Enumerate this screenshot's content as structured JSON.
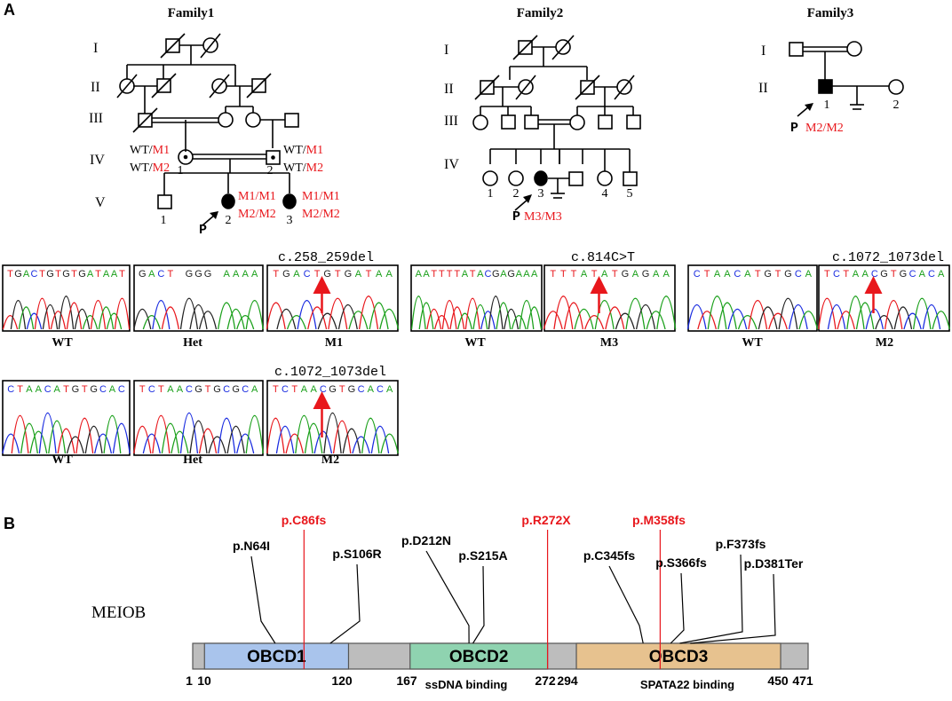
{
  "panel_labels": {
    "a": "A",
    "b": "B"
  },
  "pedigrees": {
    "family1": {
      "title": "Family1",
      "generations": [
        "I",
        "II",
        "III",
        "IV",
        "V"
      ],
      "individual_numbers": {
        "iv1": "1",
        "iv2": "2",
        "v1": "1",
        "v2": "2",
        "v3": "3"
      },
      "genotypes": {
        "iv1": [
          {
            "a": "WT/",
            "b": "M1"
          },
          {
            "a": "WT/",
            "b": "M2"
          }
        ],
        "iv2": [
          {
            "a": "WT/",
            "b": "M1"
          },
          {
            "a": "WT/",
            "b": "M2"
          }
        ],
        "v2": [
          "M1/M1",
          "M2/M2"
        ],
        "v3": [
          "M1/M1",
          "M2/M2"
        ]
      },
      "proband_label": "P"
    },
    "family2": {
      "title": "Family2",
      "generations": [
        "I",
        "II",
        "III",
        "IV"
      ],
      "individual_numbers": [
        "1",
        "2",
        "3",
        "4",
        "5"
      ],
      "proband_label": "P",
      "proband_genotype": "M3/M3"
    },
    "family3": {
      "title": "Family3",
      "generations": [
        "I",
        "II"
      ],
      "individual_numbers": [
        "1",
        "2"
      ],
      "proband_label": "P",
      "proband_genotype": "M2/M2"
    }
  },
  "chromatograms": [
    {
      "id": "f1-wt-m1",
      "seq": "TGACTGTGTGATAAT",
      "label": "WT",
      "mutation": ""
    },
    {
      "id": "f1-het-m1",
      "seq": "GACT GGG AAAA",
      "label": "Het",
      "mutation": ""
    },
    {
      "id": "f1-m1",
      "seq": "TGACTGTGATAA",
      "label": "M1",
      "mutation": "c.258_259del",
      "arrow": true
    },
    {
      "id": "f2-wt",
      "seq": "AATTTTATACGAGAAA",
      "label": "WT",
      "mutation": ""
    },
    {
      "id": "f2-m3",
      "seq": "TTTATATGAGAA",
      "label": "M3",
      "mutation": "c.814C>T",
      "arrow": true
    },
    {
      "id": "f3-wt",
      "seq": "CTAACATGTGCA",
      "label": "WT",
      "mutation": ""
    },
    {
      "id": "f3-m2",
      "seq": "TCTAACGTGCACA",
      "label": "M2",
      "mutation": "c.1072_1073del",
      "arrow": true
    },
    {
      "id": "f1-wt-m2",
      "seq": "CTAACATGTGCAC",
      "label": "WT",
      "mutation": ""
    },
    {
      "id": "f1-het-m2",
      "seq": "TCTAACGTGCGCA",
      "label": "Het",
      "mutation": ""
    },
    {
      "id": "f1-m2",
      "seq": "TCTAACGTGCACA",
      "label": "M2",
      "mutation": "c.1072_1073del",
      "arrow": true
    }
  ],
  "protein": {
    "name": "MEIOB",
    "length": 471,
    "domains": [
      {
        "name": "OBCD1",
        "start": 10,
        "end": 120,
        "color": "#a9c4ec"
      },
      {
        "name": "OBCD2",
        "start": 167,
        "end": 272,
        "color": "#8fd3b0"
      },
      {
        "name": "OBCD3",
        "start": 294,
        "end": 450,
        "color": "#e7c28f"
      }
    ],
    "ticks": [
      "1",
      "10",
      "120",
      "167",
      "272",
      "294",
      "450",
      "471"
    ],
    "regions": [
      "ssDNA binding",
      "SPATA22 binding"
    ],
    "variants": [
      {
        "label": "p.N64I",
        "pos": 64,
        "color": "#000000"
      },
      {
        "label": "p.C86fs",
        "pos": 86,
        "color": "#e8171c"
      },
      {
        "label": "p.S106R",
        "pos": 106,
        "color": "#000000"
      },
      {
        "label": "p.D212N",
        "pos": 212,
        "color": "#000000"
      },
      {
        "label": "p.S215A",
        "pos": 215,
        "color": "#000000"
      },
      {
        "label": "p.R272X",
        "pos": 272,
        "color": "#e8171c"
      },
      {
        "label": "p.C345fs",
        "pos": 345,
        "color": "#000000"
      },
      {
        "label": "p.M358fs",
        "pos": 358,
        "color": "#e8171c"
      },
      {
        "label": "p.S366fs",
        "pos": 366,
        "color": "#000000"
      },
      {
        "label": "p.F373fs",
        "pos": 373,
        "color": "#000000"
      },
      {
        "label": "p.D381Ter",
        "pos": 381,
        "color": "#000000"
      }
    ]
  }
}
